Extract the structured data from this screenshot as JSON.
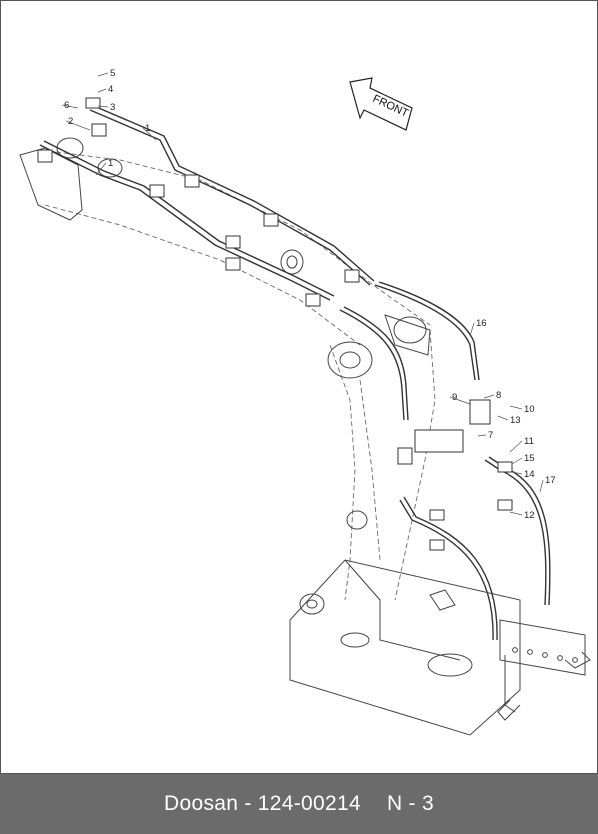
{
  "diagram": {
    "front_label": "FRONT",
    "callouts": [
      {
        "id": "c1a",
        "text": "1"
      },
      {
        "id": "c1b",
        "text": "1"
      },
      {
        "id": "c2",
        "text": "2"
      },
      {
        "id": "c3",
        "text": "3"
      },
      {
        "id": "c4",
        "text": "4"
      },
      {
        "id": "c5",
        "text": "5"
      },
      {
        "id": "c6",
        "text": "6"
      },
      {
        "id": "c7",
        "text": "7"
      },
      {
        "id": "c8",
        "text": "8"
      },
      {
        "id": "c9",
        "text": "9"
      },
      {
        "id": "c10",
        "text": "10"
      },
      {
        "id": "c11",
        "text": "11"
      },
      {
        "id": "c12",
        "text": "12"
      },
      {
        "id": "c13",
        "text": "13"
      },
      {
        "id": "c14",
        "text": "14"
      },
      {
        "id": "c15",
        "text": "15"
      },
      {
        "id": "c16",
        "text": "16"
      },
      {
        "id": "c17",
        "text": "17"
      }
    ]
  },
  "footer": {
    "brand": "Doosan",
    "separator": " - ",
    "part_number": "124-00214",
    "page": "N - 3"
  }
}
